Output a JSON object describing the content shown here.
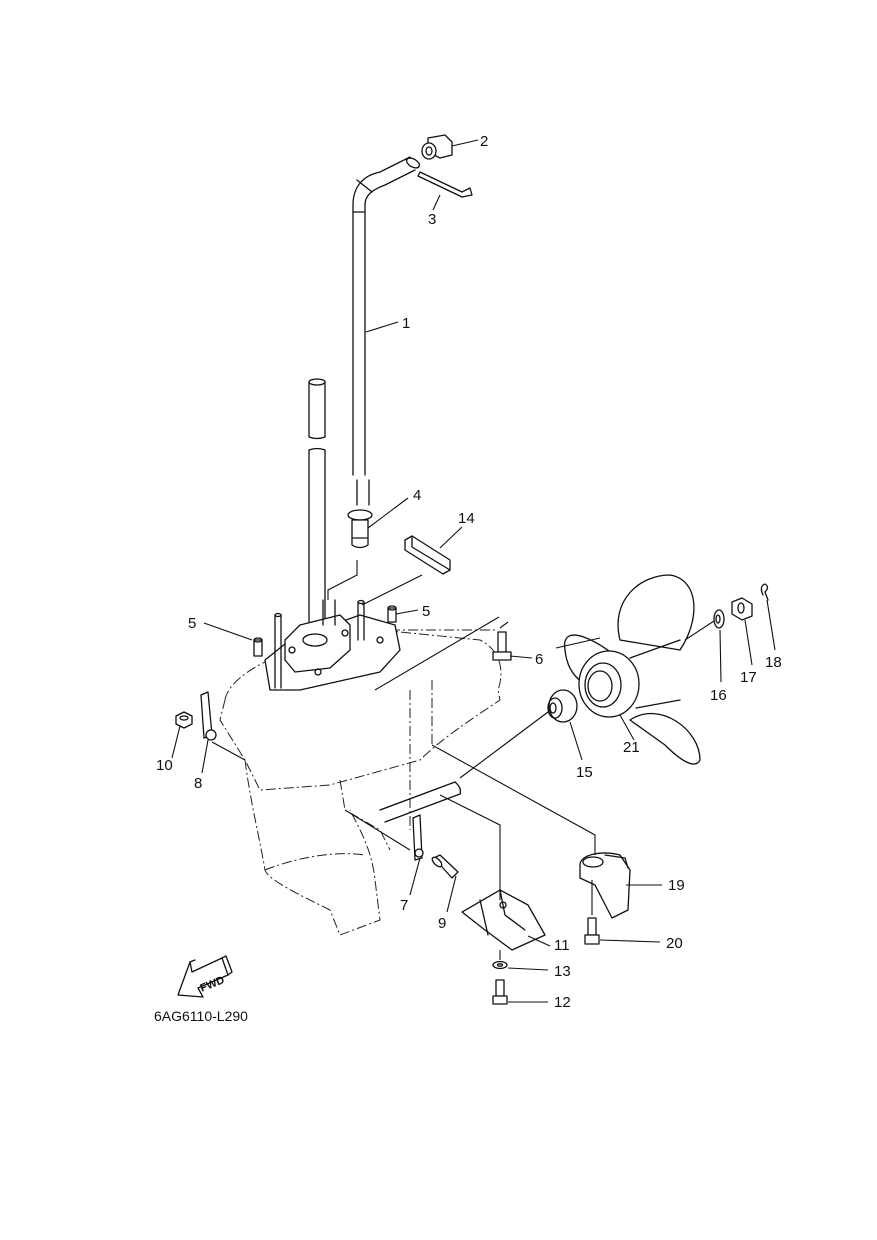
{
  "diagram": {
    "code": "6AG6110-L290",
    "fwd_label": "FWD",
    "callouts": {
      "c1": "1",
      "c2": "2",
      "c3": "3",
      "c4": "4",
      "c5a": "5",
      "c5b": "5",
      "c6": "6",
      "c7": "7",
      "c8": "8",
      "c9": "9",
      "c10": "10",
      "c11": "11",
      "c12": "12",
      "c13": "13",
      "c14": "14",
      "c15": "15",
      "c16": "16",
      "c17": "17",
      "c18": "18",
      "c19": "19",
      "c20": "20",
      "c21": "21"
    }
  }
}
